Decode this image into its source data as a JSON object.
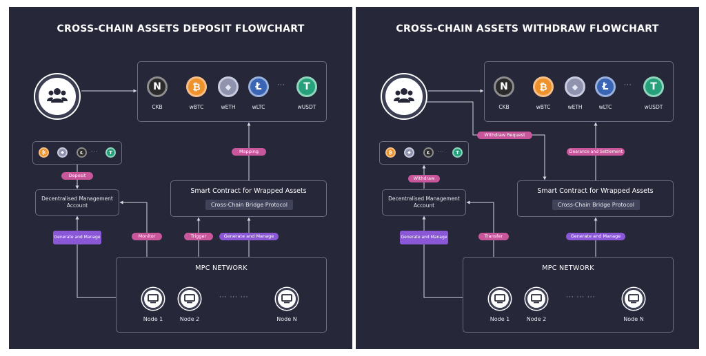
{
  "left": {
    "title": "CROSS-CHAIN ASSETS DEPOSIT FLOWCHART",
    "wallet_label": "Deposit",
    "mpc_to_dma_label": "Monitor",
    "mpc_to_sc_label": "Trigger",
    "mapping_label": "Mapping",
    "gm_short_label": "Generate and Manage",
    "gm_tall_label": "Generate and Manage"
  },
  "right": {
    "title": "CROSS-CHAIN ASSETS WITHDRAW FLOWCHART",
    "wallet_label": "Withdraw",
    "mpc_to_dma_label": "Transfer",
    "request_label": "Withdraw Request",
    "clearance_label": "Clearance and Settlement",
    "gm_short_label": "Generate and Manage",
    "gm_tall_label": "Generate and Manage"
  },
  "common": {
    "coins": [
      {
        "label": "CKB",
        "glyph": "N",
        "fill": "#2b2b2b",
        "ring": "#8e8e8e",
        "fg": "#ffffff"
      },
      {
        "label": "wBTC",
        "glyph": "₿",
        "fill": "#f0922b",
        "ring": "#f7c089",
        "fg": "#ffffff"
      },
      {
        "label": "wETH",
        "glyph": "◆",
        "fill": "#8f93ad",
        "ring": "#c9cbe0",
        "fg": "#e8e8f5"
      },
      {
        "label": "wLTC",
        "glyph": "Ł",
        "fill": "#3a65b5",
        "ring": "#9ab1dd",
        "fg": "#ffffff"
      },
      {
        "label": "wUSDT",
        "glyph": "T",
        "fill": "#26a17b",
        "ring": "#8fd6bd",
        "fg": "#ffffff"
      }
    ],
    "coin_dots": "···",
    "wallet_dots": "···",
    "dma_label": "Decentralised Management Account",
    "sc_title": "Smart Contract for Wrapped Assets",
    "sc_protocol": "Cross-Chain Bridge Protocol",
    "mpc_title": "MPC NETWORK",
    "nodes": [
      "Node 1",
      "Node 2",
      "Node N"
    ],
    "node_dots": "···   ···   ···",
    "icons": {
      "users": "users-group-icon",
      "node": "computer-icon"
    }
  }
}
